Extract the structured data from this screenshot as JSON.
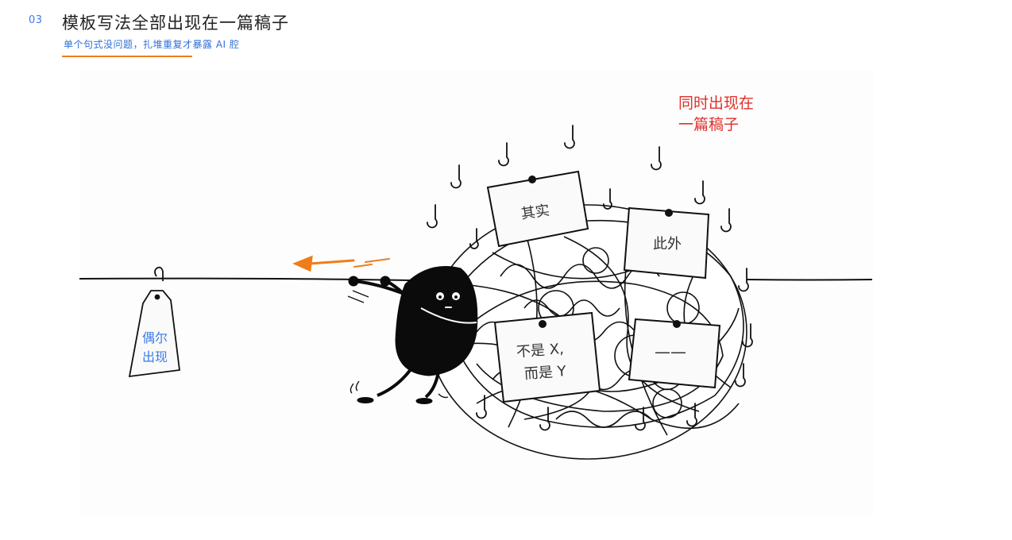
{
  "header": {
    "number": "03",
    "title": "模板写法全部出现在一篇稿子",
    "subtitle": "单个句式没问题，扎堆重复才暴露 AI 腔"
  },
  "illustration": {
    "red_note_line1": "同时出现在",
    "red_note_line2": "一篇稿子",
    "left_tag_line1": "偶尔",
    "left_tag_line2": "出现",
    "tags": {
      "qishi": "其实",
      "ciwai": "此外",
      "bushi_line1": "不是 X,",
      "bushi_line2": "而是 Y",
      "dash": "——"
    },
    "colors": {
      "red": "#e0302a",
      "blue": "#3b7be8",
      "orange": "#ef7d1a",
      "ink": "#111111"
    }
  }
}
